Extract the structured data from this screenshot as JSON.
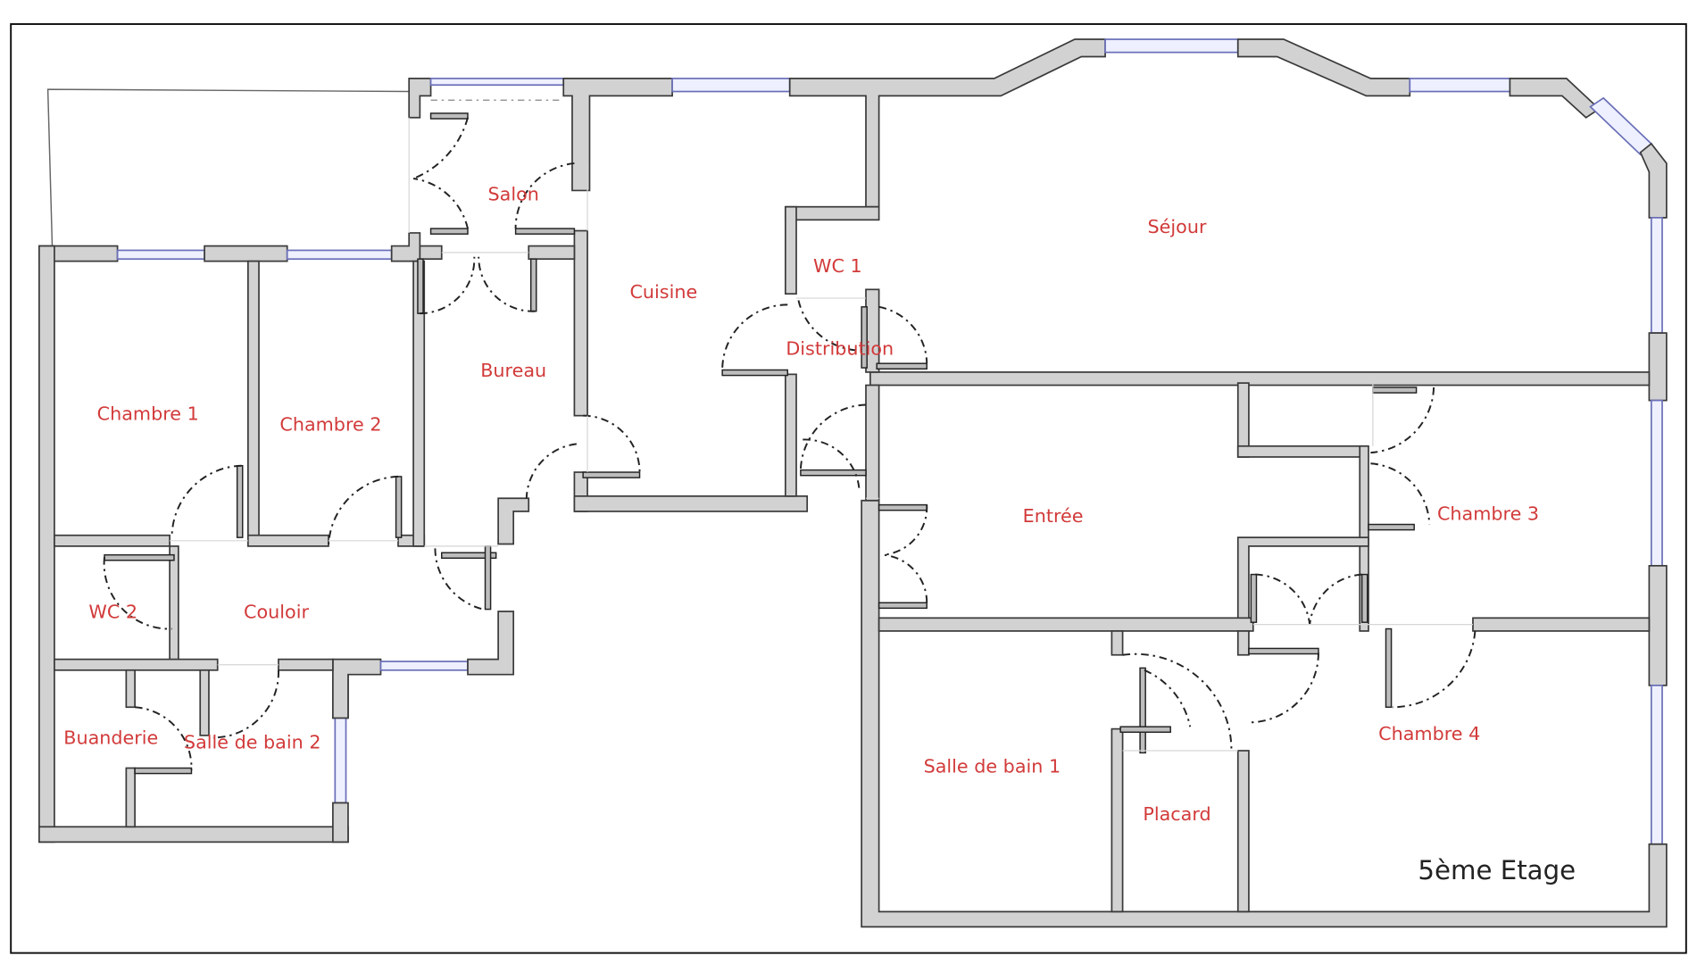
{
  "plan": {
    "floor_label": "5ème Etage",
    "label_color": "#d23a3a",
    "wall_fill": "#d2d2d2",
    "window_color": "#6a6fb8",
    "rooms": [
      {
        "id": "salon",
        "label": "Salon"
      },
      {
        "id": "cuisine",
        "label": "Cuisine"
      },
      {
        "id": "sejour",
        "label": "Séjour"
      },
      {
        "id": "wc1",
        "label": "WC 1"
      },
      {
        "id": "distribution",
        "label": "Distribution"
      },
      {
        "id": "bureau",
        "label": "Bureau"
      },
      {
        "id": "chambre1",
        "label": "Chambre 1"
      },
      {
        "id": "chambre2",
        "label": "Chambre 2"
      },
      {
        "id": "wc2",
        "label": "WC 2"
      },
      {
        "id": "couloir",
        "label": "Couloir"
      },
      {
        "id": "buanderie",
        "label": "Buanderie"
      },
      {
        "id": "sdb2",
        "label": "Salle de bain 2"
      },
      {
        "id": "entree",
        "label": "Entrée"
      },
      {
        "id": "chambre3",
        "label": "Chambre 3"
      },
      {
        "id": "sdb1",
        "label": "Salle de bain 1"
      },
      {
        "id": "placard",
        "label": "Placard"
      },
      {
        "id": "chambre4",
        "label": "Chambre 4"
      }
    ]
  }
}
